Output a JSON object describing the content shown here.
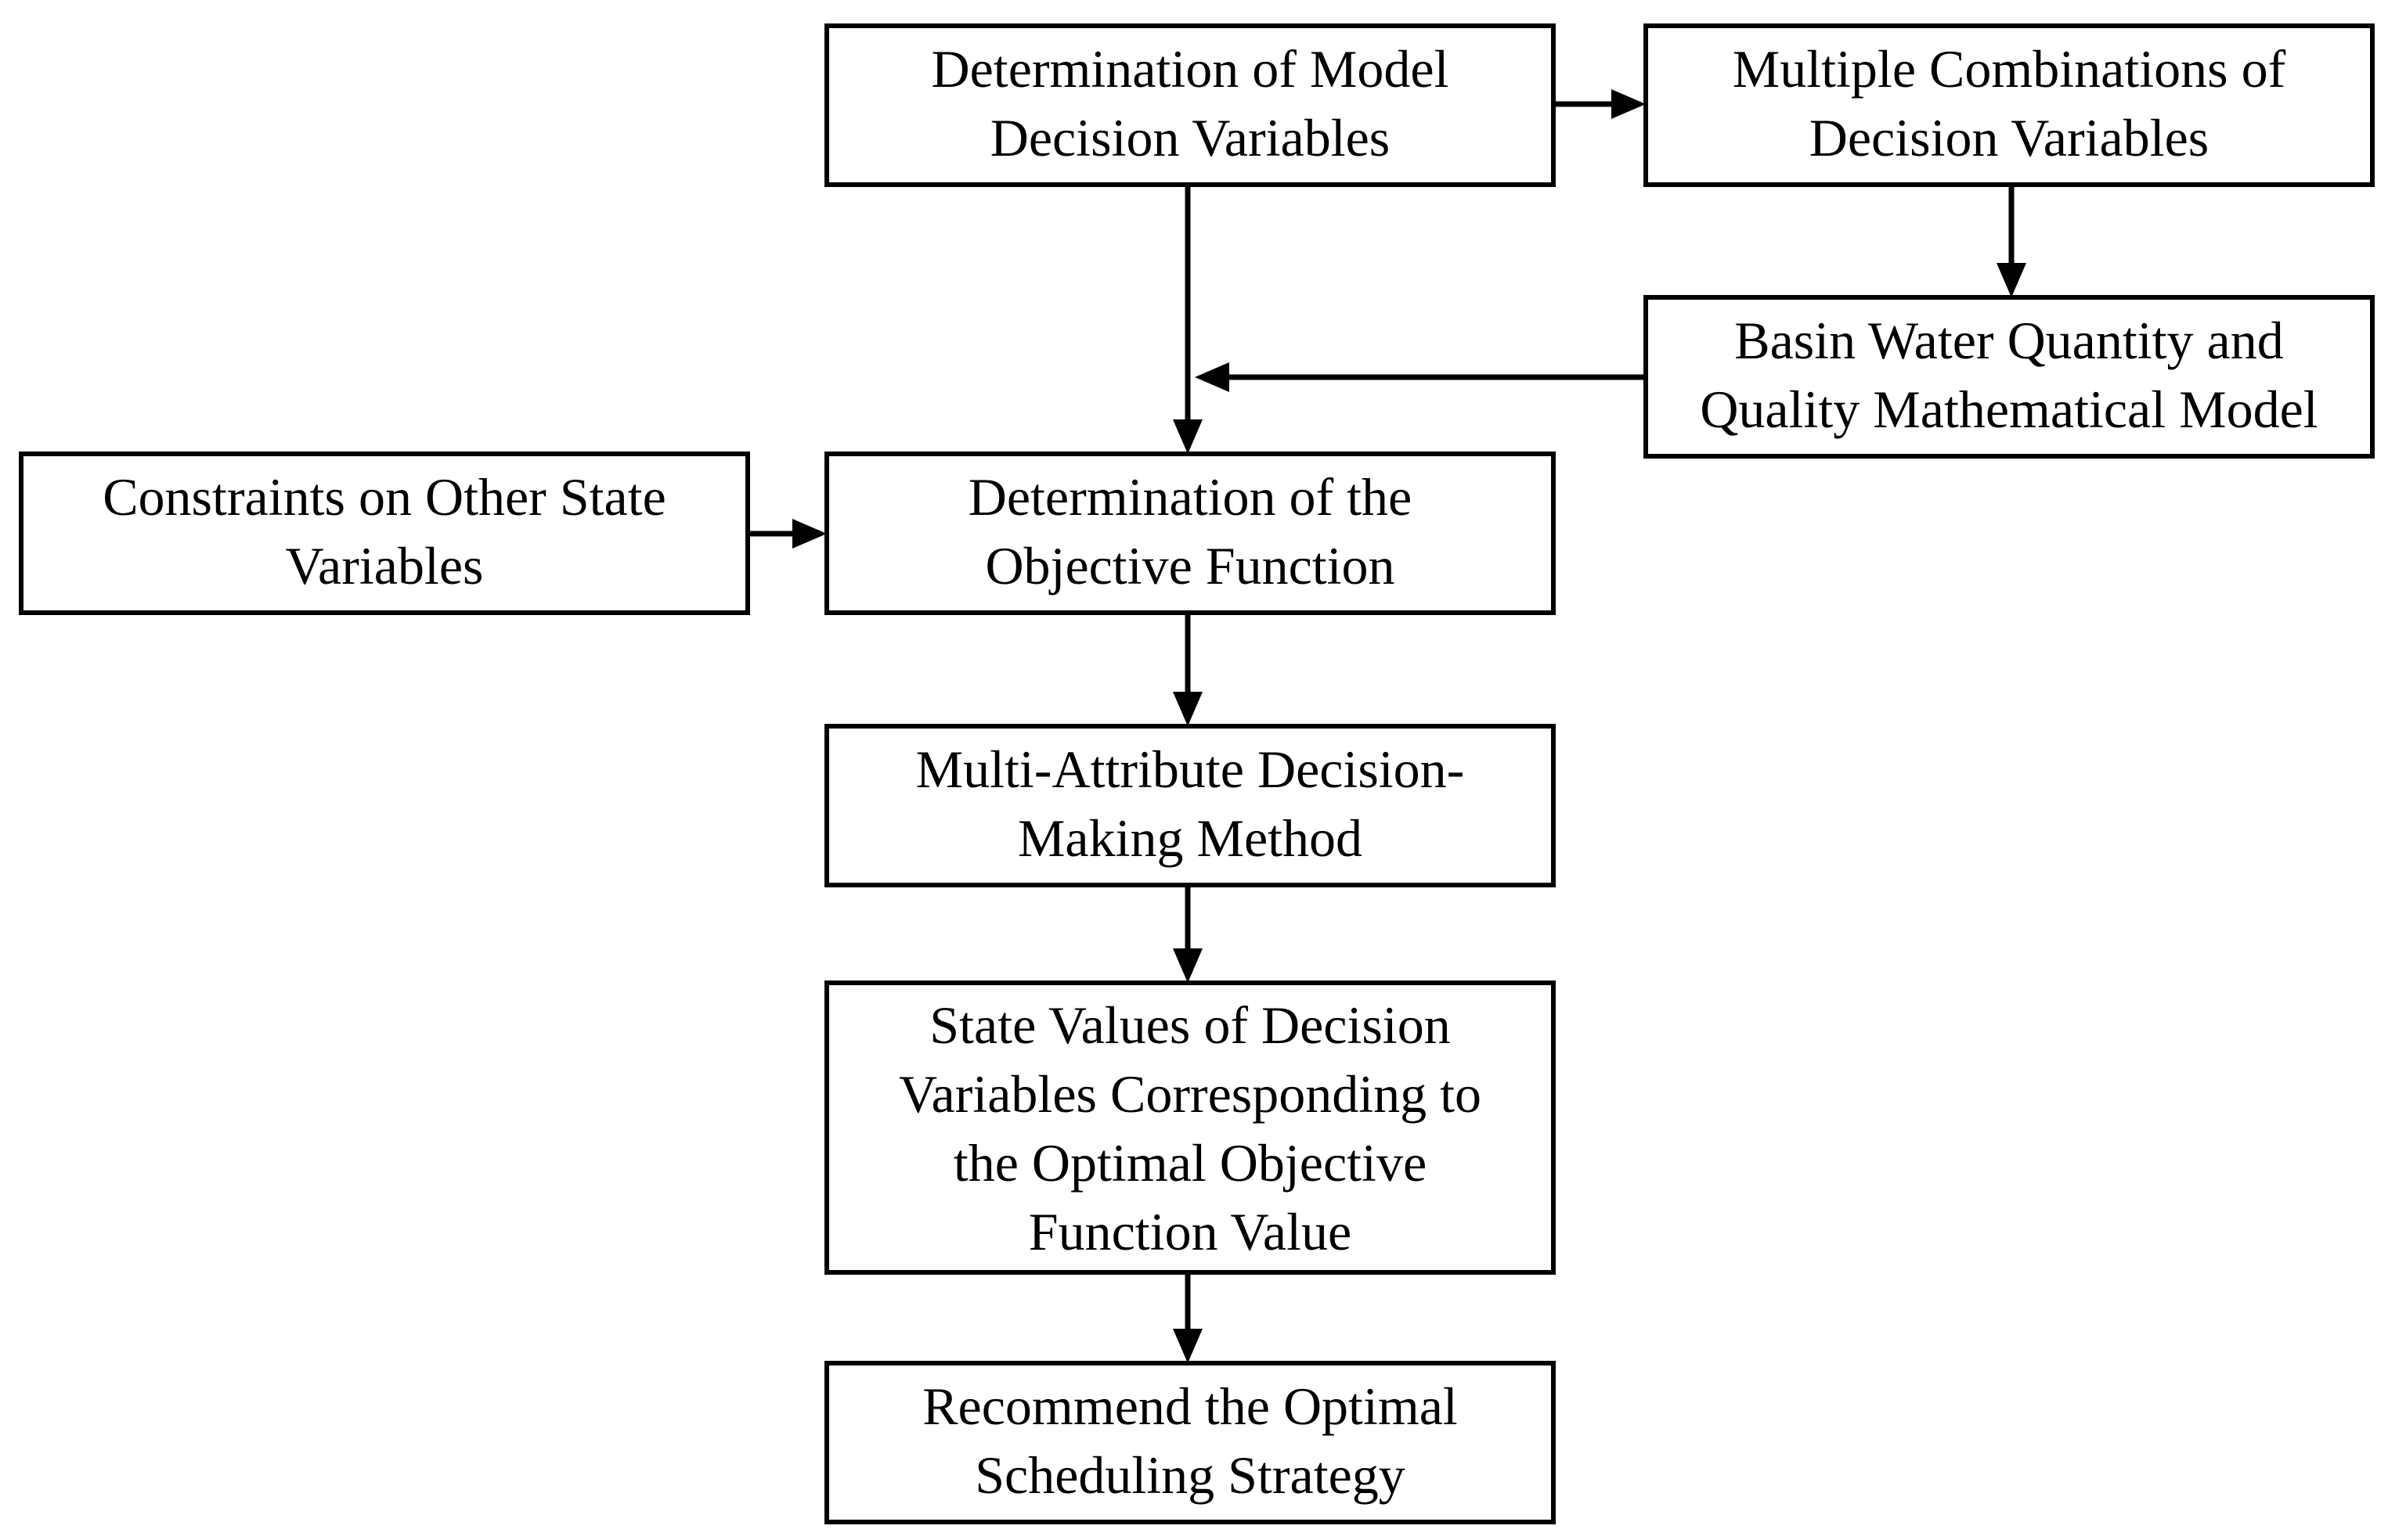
{
  "nodes": {
    "model_decision_variables": {
      "lines": [
        "Determination of Model",
        "Decision Variables"
      ]
    },
    "multiple_combinations": {
      "lines": [
        "Multiple Combinations of",
        "Decision Variables"
      ]
    },
    "basin_model": {
      "lines": [
        "Basin Water Quantity and",
        "Quality Mathematical Model"
      ]
    },
    "constraints": {
      "lines": [
        "Constraints on Other State",
        "Variables"
      ]
    },
    "objective_function": {
      "lines": [
        "Determination of the",
        "Objective Function"
      ]
    },
    "madm_method": {
      "lines": [
        "Multi-Attribute Decision-",
        "Making Method"
      ]
    },
    "state_values": {
      "lines": [
        "State Values of Decision",
        "Variables Corresponding to",
        "the Optimal Objective",
        "Function Value"
      ]
    },
    "recommend_strategy": {
      "lines": [
        "Recommend the Optimal",
        "Scheduling Strategy"
      ]
    }
  },
  "edges": [
    {
      "from": "model_decision_variables",
      "to": "multiple_combinations"
    },
    {
      "from": "multiple_combinations",
      "to": "basin_model"
    },
    {
      "from": "basin_model",
      "to": "main_flow_line"
    },
    {
      "from": "model_decision_variables",
      "to": "objective_function"
    },
    {
      "from": "constraints",
      "to": "objective_function"
    },
    {
      "from": "objective_function",
      "to": "madm_method"
    },
    {
      "from": "madm_method",
      "to": "state_values"
    },
    {
      "from": "state_values",
      "to": "recommend_strategy"
    }
  ],
  "colors": {
    "stroke": "#000000",
    "fill": "#ffffff",
    "text": "#000000"
  }
}
